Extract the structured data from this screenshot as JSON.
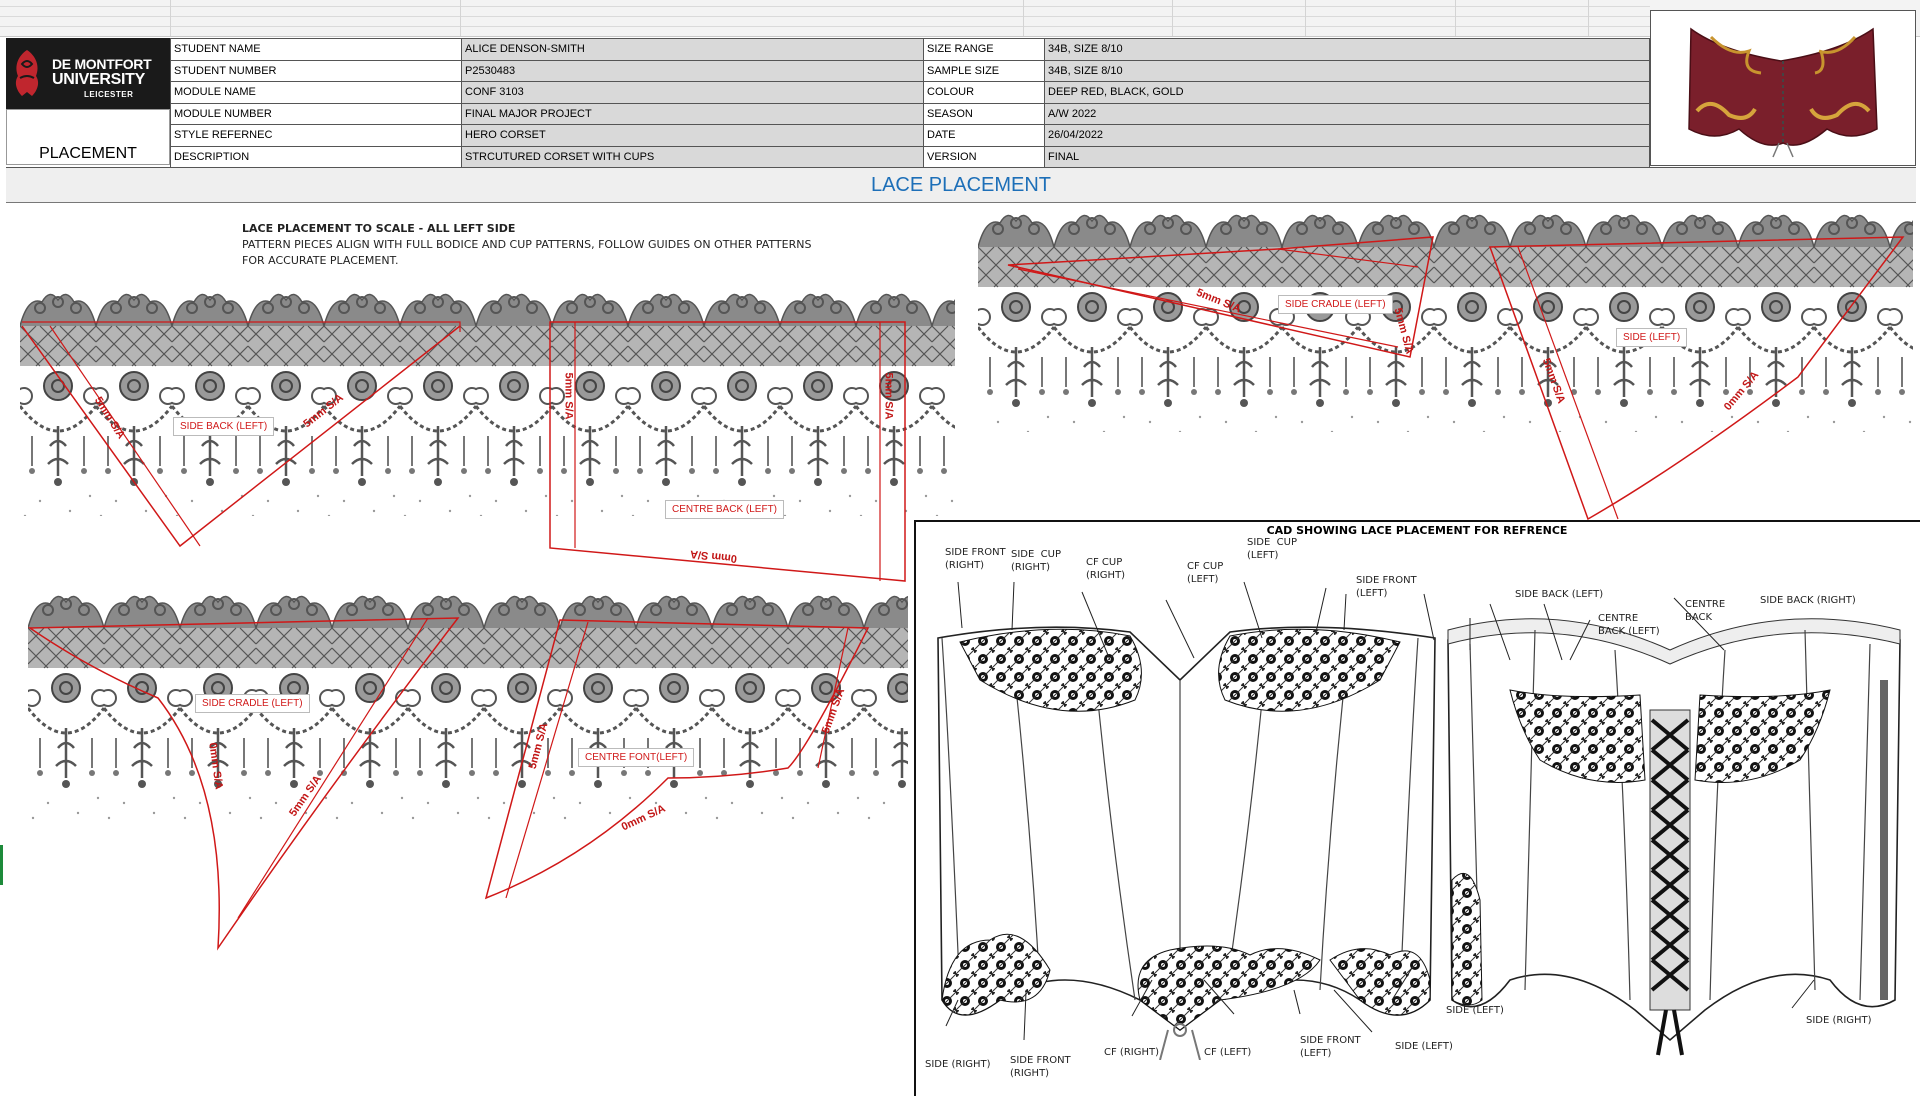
{
  "logo": {
    "line1": "DE MONTFORT",
    "line2": "UNIVERSITY",
    "line3": "LEICESTER"
  },
  "placement_label": "PLACEMENT",
  "info_rows": [
    {
      "label": "STUDENT NAME",
      "value": "ALICE DENSON-SMITH",
      "label2": "SIZE RANGE",
      "value2": "34B, SIZE 8/10"
    },
    {
      "label": "STUDENT NUMBER",
      "value": "P2530483",
      "label2": "SAMPLE SIZE",
      "value2": "34B, SIZE 8/10"
    },
    {
      "label": "MODULE NAME",
      "value": "CONF 3103",
      "label2": "COLOUR",
      "value2": "DEEP RED, BLACK, GOLD"
    },
    {
      "label": "MODULE NUMBER",
      "value": "FINAL MAJOR PROJECT",
      "label2": "SEASON",
      "value2": "A/W 2022"
    },
    {
      "label": "STYLE REFERNEC",
      "value": "HERO CORSET",
      "label2": "DATE",
      "value2": "26/04/2022"
    },
    {
      "label": "DESCRIPTION",
      "value": "STRCUTURED CORSET WITH CUPS",
      "label2": "VERSION",
      "value2": "FINAL"
    }
  ],
  "banner_title": "LACE PLACEMENT",
  "note": {
    "heading": "LACE PLACEMENT TO SCALE -  ALL LEFT SIDE",
    "line1": "PATTERN PIECES ALIGN WITH FULL BODICE AND CUP PATTERNS, FOLLOW GUIDES ON OTHER PATTERNS",
    "line2": "FOR ACCURATE PLACEMENT."
  },
  "pattern_labels": {
    "side_back": "SIDE BACK  (LEFT)",
    "centre_back": "CENTRE BACK  (LEFT)",
    "side_cradle_a": "SIDE CRADLE (LEFT)",
    "side_left": "SIDE (LEFT)",
    "side_cradle_b": "SIDE CRADLE (LEFT)",
    "centre_front": "CENTRE FONT(LEFT)"
  },
  "seam_labels": {
    "five_mm": "5mm S/A",
    "zero_mm": "0mm S/A"
  },
  "cad": {
    "title": "CAD SHOWING LACE PLACEMENT FOR REFRENCE",
    "front_top": [
      {
        "text": "SIDE FRONT\n(RIGHT)"
      },
      {
        "text": "SIDE  CUP\n(RIGHT)"
      },
      {
        "text": "CF CUP\n(RIGHT)"
      },
      {
        "text": "CF CUP\n(LEFT)"
      },
      {
        "text": "SIDE  CUP\n(LEFT)"
      },
      {
        "text": "SIDE FRONT\n(LEFT)"
      }
    ],
    "front_bottom": [
      {
        "text": "SIDE (RIGHT)"
      },
      {
        "text": "SIDE FRONT\n(RIGHT)"
      },
      {
        "text": "CF (RIGHT)"
      },
      {
        "text": "CF (LEFT)"
      },
      {
        "text": "SIDE FRONT\n(LEFT)"
      },
      {
        "text": "SIDE (LEFT)"
      }
    ],
    "back_top": [
      {
        "text": "SIDE BACK (LEFT)"
      },
      {
        "text": "CENTRE\nBACK (LEFT)"
      },
      {
        "text": "CENTRE\nBACK"
      },
      {
        "text": "SIDE BACK (RIGHT)"
      }
    ],
    "back_bottom": [
      {
        "text": "SIDE (LEFT)"
      },
      {
        "text": "SIDE (RIGHT)"
      }
    ]
  },
  "colors": {
    "deep_red": "#7a1f2b",
    "gold": "#c8942e",
    "pattern_red": "#d01818",
    "lace_grey": "#6d6d6d",
    "banner_blue": "#1d6fb8"
  }
}
